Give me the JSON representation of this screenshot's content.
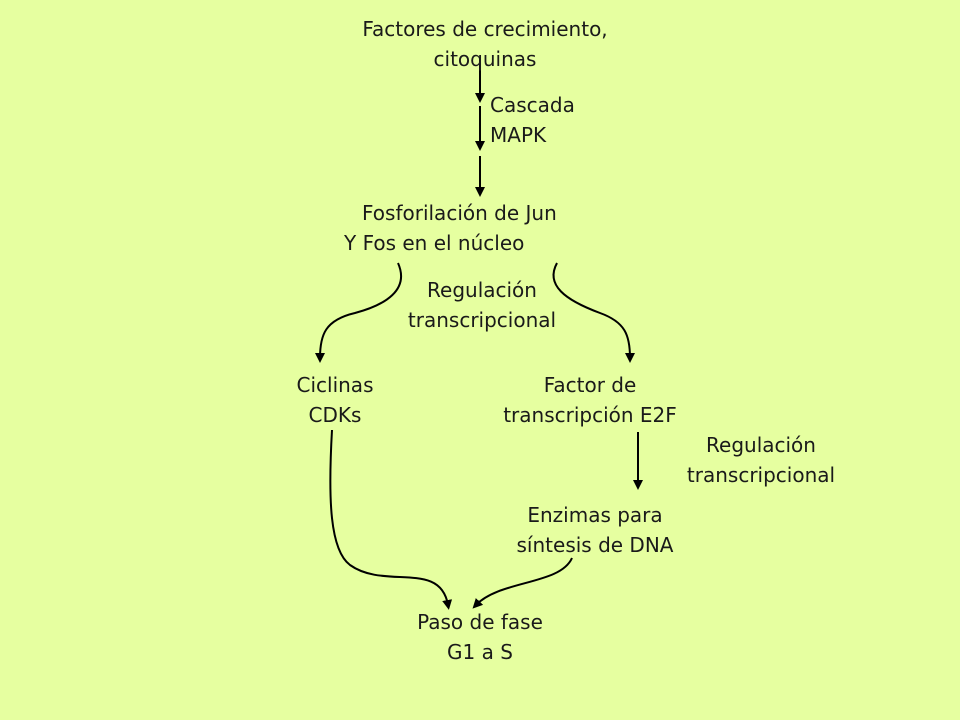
{
  "slide": {
    "background": "#e6ffa0",
    "arrow_color": "#000000"
  },
  "nodes": {
    "growth_factors": {
      "line1": "Factores de crecimiento,",
      "line2": "citoquinas"
    },
    "mapk": {
      "line1": "Cascada",
      "line2": "MAPK"
    },
    "phosphorylation": {
      "line1": "Fosforilación de Jun",
      "line2": "Y Fos en el núcleo"
    },
    "reg_top": {
      "line1": "Regulación",
      "line2": "transcripcional"
    },
    "cyclins": {
      "line1": "Ciclinas",
      "line2": "CDKs"
    },
    "e2f": {
      "line1": "Factor de",
      "line2": "transcripción E2F"
    },
    "reg_right": {
      "line1": "Regulación",
      "line2": "transcripcional"
    },
    "enzymes": {
      "line1": "Enzimas para",
      "line2": "síntesis de DNA"
    },
    "transition": {
      "line1": "Paso de fase",
      "line2": "G1 a S"
    }
  }
}
